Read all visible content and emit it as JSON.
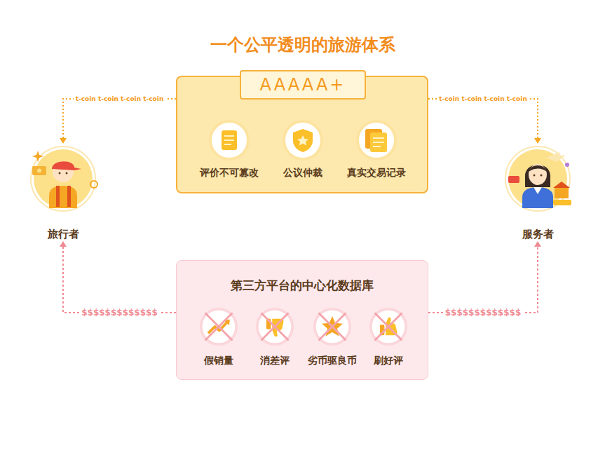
{
  "diagram": {
    "title": "一个公平透明的旅游体系",
    "nodes": [
      {
        "text": [
          "AAAAA+"
        ]
      },
      {
        "text": [
          "评价不可篡改"
        ],
        "in": 0
      },
      {
        "text": [
          "公议仲裁"
        ],
        "in": 0
      },
      {
        "text": [
          "真实交易记录"
        ],
        "in": 0
      },
      {
        "text": [
          "旅行者"
        ]
      },
      {
        "text": [
          "服务者"
        ]
      },
      {
        "text": [
          "第三方平台的中心化数据库"
        ]
      },
      {
        "text": [
          "假销量"
        ],
        "in": 6
      },
      {
        "text": [
          "消差评"
        ],
        "in": 6
      },
      {
        "text": [
          "劣币驱良币"
        ],
        "in": 6
      },
      {
        "text": [
          "刷好评"
        ],
        "in": 6
      }
    ],
    "edges": [
      {
        "from": 0,
        "to": 4,
        "arrow": "to",
        "label": "t-coin t-coin t-coin t-coin"
      },
      {
        "from": 0,
        "to": 5,
        "arrow": "to",
        "label": "t-coin t-coin t-coin t-coin"
      },
      {
        "from": 6,
        "to": 4,
        "arrow": "to",
        "label": "$$$$$$$$$$$$$"
      },
      {
        "from": 6,
        "to": 5,
        "arrow": "to",
        "label": "$$$$$$$$$$$$$"
      }
    ]
  }
}
